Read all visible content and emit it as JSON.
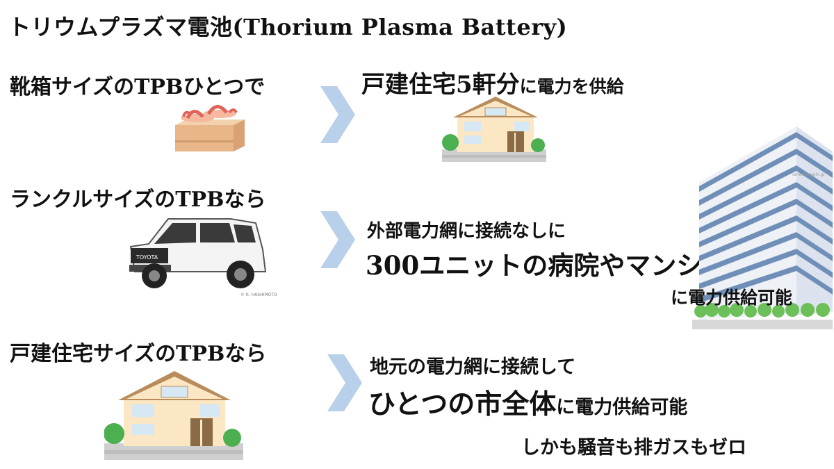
{
  "title": "トリウムプラズマ電池(Thorium Plasma Battery)",
  "rows": [
    {
      "label": "靴箱サイズのTPBひとつで",
      "result_big": "戸建住宅5軒分",
      "result_small": "に電力を供給",
      "icon": "shoebox-sandals-icon"
    },
    {
      "label": "ランクルサイズのTPBなら",
      "line1": "外部電力網に接続なしに",
      "line2": "300ユニットの病院やマンション",
      "line3": "に電力供給可能",
      "icon": "suv-icon"
    },
    {
      "label": "戸建住宅サイズのTPBなら",
      "line1": "地元の電力網に接続して",
      "line2_big": "ひとつの市全体",
      "line2_small": "に電力供給可能",
      "line3": "しかも騒音も排ガスもゼロ",
      "icon": "house-icon"
    }
  ],
  "car_credit": "© K. HASHIMOTO",
  "watermark": "amenoimajin.jp",
  "colors": {
    "chevron": "#b8d0ea",
    "house_wall": "#fbe7c4",
    "house_roof": "#b98c5b",
    "building": "#6f8fb8"
  }
}
